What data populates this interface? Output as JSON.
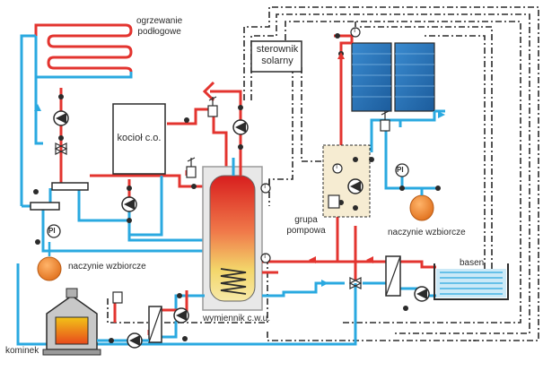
{
  "labels": {
    "floor_heating": [
      "ogrzewanie",
      "podłogowe"
    ],
    "solar_controller": [
      "sterownik",
      "solarny"
    ],
    "boiler": "kocioł c.o.",
    "pump_group": [
      "grupa",
      "pompowa"
    ],
    "expansion_vessel_right": "naczynie wzbiorcze",
    "expansion_vessel_left": "naczynie wzbiorcze",
    "pool": "basen",
    "dhw_exchanger": "wymiennik c.w.u.",
    "fireplace": "kominek",
    "pressure_gauge": "PI",
    "temp_sensor": "T"
  },
  "colors": {
    "hot_pipe": "#e3342f",
    "cold_pipe": "#2aa9e0",
    "control_wire": "#2b2b2b",
    "tank_top": "#d81e1e",
    "tank_bottom": "#f3d66a",
    "solar_panel": "#1f6fb2",
    "vessel": "#f08a2c",
    "pool_water": "#a9dcf2",
    "pump_group_bg": "#f6ecd2"
  }
}
